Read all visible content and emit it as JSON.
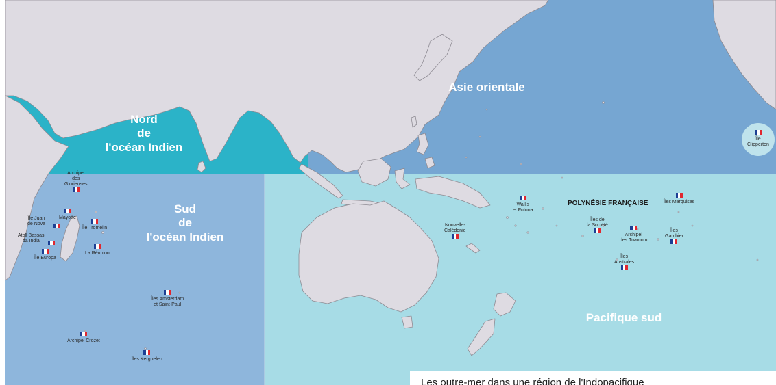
{
  "colors": {
    "ocean_north": "#2bb3c8",
    "ocean_asia": "#76a6d2",
    "ocean_south_indian": "#8eb6dc",
    "ocean_pacific": "#a7dce6",
    "land": "#dedbe2",
    "land_stroke": "#8d8a92"
  },
  "regions": {
    "asie_orientale": "Asie orientale",
    "nord_ocean_indien": [
      "Nord",
      "de",
      "l'océan Indien"
    ],
    "sud_ocean_indien": [
      "Sud",
      "de",
      "l'océan Indien"
    ],
    "pacifique_sud": "Pacifique sud"
  },
  "polynesie": "POLYNÉSIE FRANÇAISE",
  "places": {
    "archipel_glorieuses": [
      "Archipel",
      "des",
      "Glorieuses"
    ],
    "ile_juan_de_nova": [
      "Île Juan",
      "de Nova"
    ],
    "mayotte": [
      "Mayotte"
    ],
    "ile_tromelin": [
      "Île Tromelin"
    ],
    "atoll_bassas_da_india": [
      "Atoll Bassas",
      "da India"
    ],
    "ile_europa": [
      "Île Europa"
    ],
    "la_reunion": [
      "La Réunion"
    ],
    "iles_amsterdam": [
      "Îles Amsterdam",
      "et Saint-Paul"
    ],
    "archipel_crozet": [
      "Archipel Crozet"
    ],
    "iles_kerguelen": [
      "Îles Kerguelen"
    ],
    "nouvelle_caledonie": [
      "Nouvelle-",
      "Calédonie"
    ],
    "wallis_futuna": [
      "Wallis",
      "et Futuna"
    ],
    "iles_societe": [
      "Îles de",
      "la Société"
    ],
    "archipel_tuamotu": [
      "Archipel",
      "des Tuamotu"
    ],
    "iles_australes": [
      "Îles",
      "Australes"
    ],
    "iles_gambier": [
      "Îles",
      "Gambier"
    ],
    "iles_marquises": [
      "Îles Marquises"
    ],
    "ile_clipperton": [
      "Île",
      "Clipperton"
    ]
  },
  "caption": "Les outre-mer dans une région de l'Indopacifique"
}
